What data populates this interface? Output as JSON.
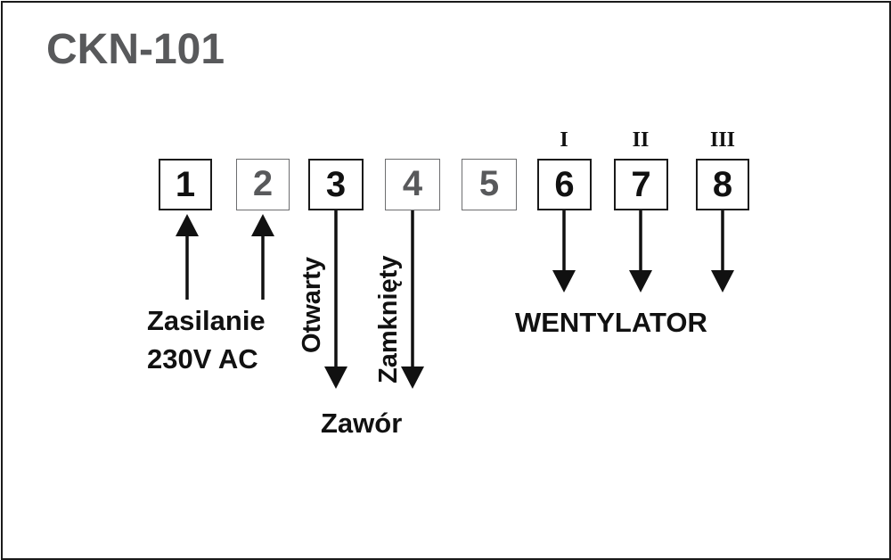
{
  "title": "CKN-101",
  "terminals": [
    {
      "label": "1",
      "active": true
    },
    {
      "label": "2",
      "active": false
    },
    {
      "label": "3",
      "active": true
    },
    {
      "label": "4",
      "active": false
    },
    {
      "label": "5",
      "active": false
    },
    {
      "label": "6",
      "active": true
    },
    {
      "label": "7",
      "active": true
    },
    {
      "label": "8",
      "active": true
    }
  ],
  "fan_speeds": [
    "I",
    "II",
    "III"
  ],
  "power": {
    "line1": "Zasilanie",
    "line2": "230V AC"
  },
  "valve": {
    "open": "Otwarty",
    "closed": "Zamknięty",
    "label": "Zawór"
  },
  "fan_label": "WENTYLATOR",
  "colors": {
    "frame": "#1a1a1a",
    "title": "#58595b",
    "dim_terminal": "#6d6e70",
    "arrow": "#111111"
  }
}
